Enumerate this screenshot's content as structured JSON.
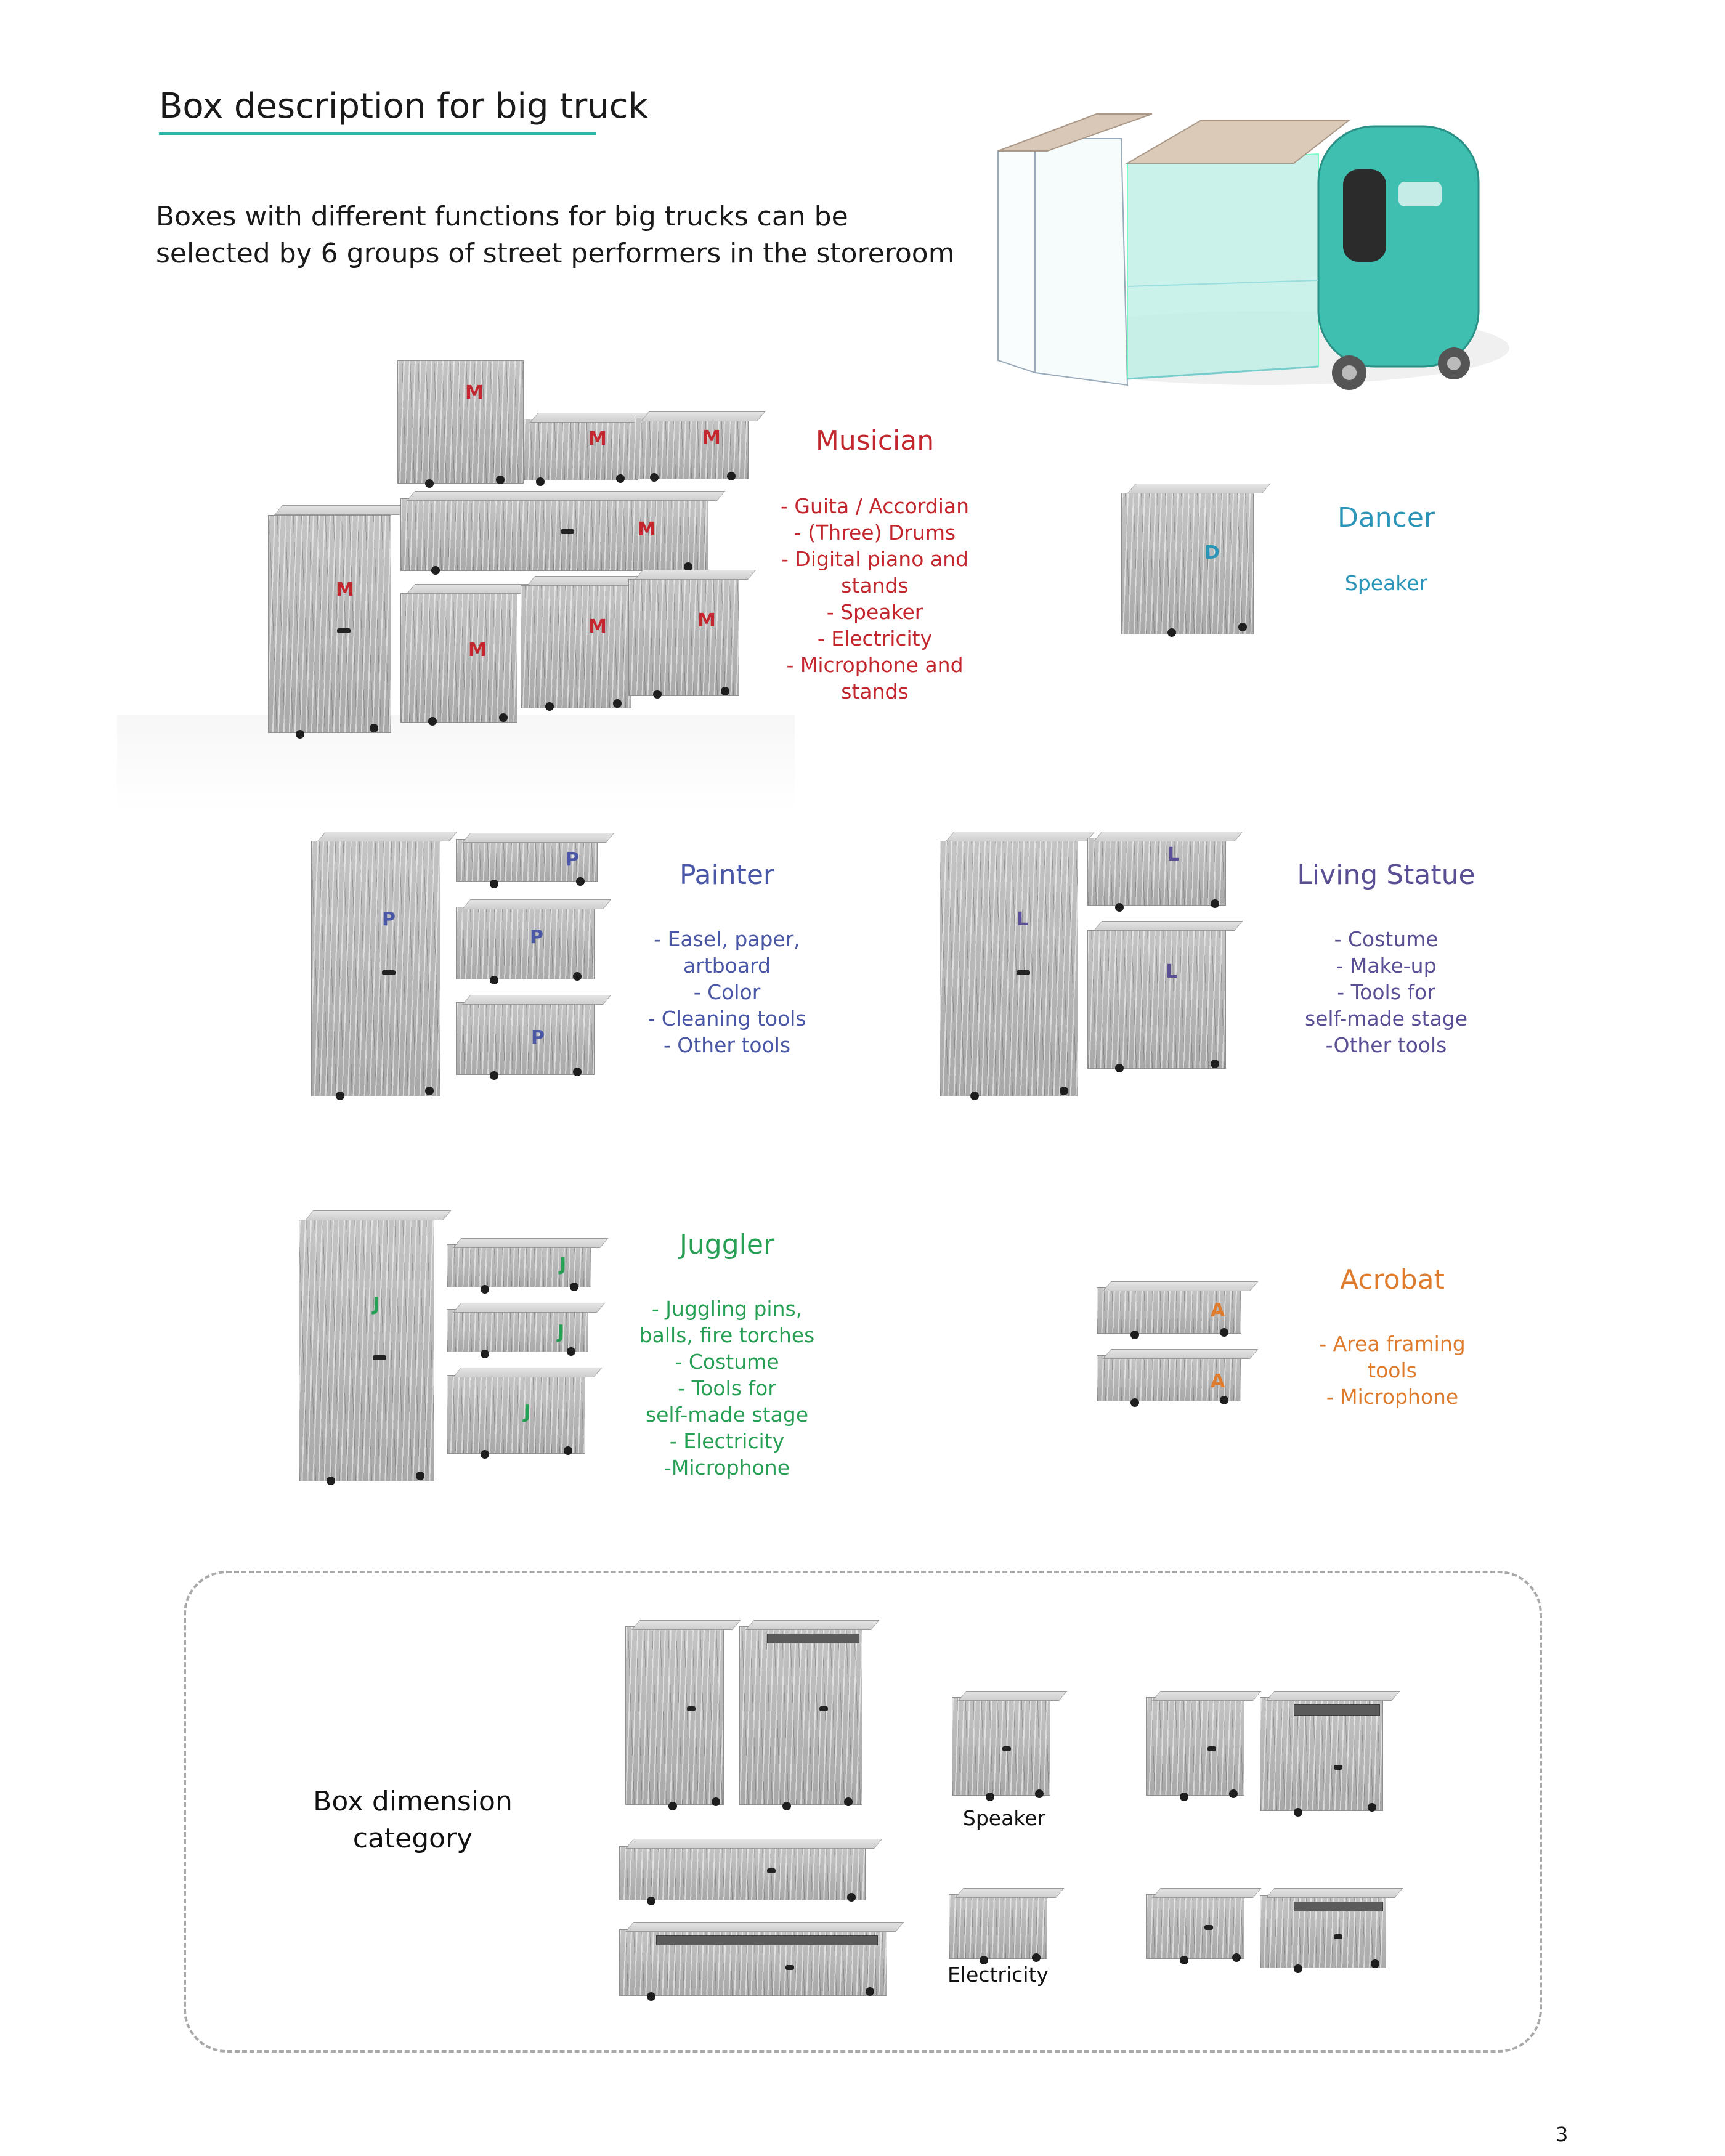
{
  "page": {
    "title": "Box description for big truck",
    "intro_lines": [
      "Boxes with different functions for big trucks  can be",
      "selected by 6 groups of street performers in the storeroom"
    ],
    "page_number": "3"
  },
  "colors": {
    "musician": "#c4262e",
    "dancer": "#2a95b8",
    "painter": "#4a57a6",
    "living_statue": "#5a4f95",
    "juggler": "#27a055",
    "acrobat": "#de7b2d",
    "accent": "#2fb5aa"
  },
  "categories": {
    "musician": {
      "name": "Musician",
      "items": [
        "- Guita / Accordian",
        "- (Three) Drums",
        "- Digital piano and",
        "stands",
        "- Speaker",
        "- Electricity",
        "- Microphone and",
        "stands"
      ],
      "letter": "M"
    },
    "dancer": {
      "name": "Dancer",
      "items": [
        "Speaker"
      ],
      "letter": "D"
    },
    "painter": {
      "name": "Painter",
      "items": [
        "- Easel, paper,",
        "artboard",
        "- Color",
        "- Cleaning tools",
        "- Other tools"
      ],
      "letter": "P"
    },
    "living_statue": {
      "name": "Living Statue",
      "items": [
        "- Costume",
        "- Make-up",
        "- Tools for",
        "self-made stage",
        "-Other tools"
      ],
      "letter": "L"
    },
    "juggler": {
      "name": "Juggler",
      "items": [
        "- Juggling pins,",
        "balls, fire torches",
        "- Costume",
        "- Tools for",
        "self-made stage",
        "- Electricity",
        "-Microphone"
      ],
      "letter": "J"
    },
    "acrobat": {
      "name": "Acrobat",
      "items": [
        "- Area framing",
        "tools",
        "- Microphone"
      ],
      "letter": "A"
    }
  },
  "dimensions": {
    "title_lines": [
      "Box dimension",
      "category"
    ],
    "speaker_label": "Speaker",
    "electricity_label": "Electricity"
  }
}
